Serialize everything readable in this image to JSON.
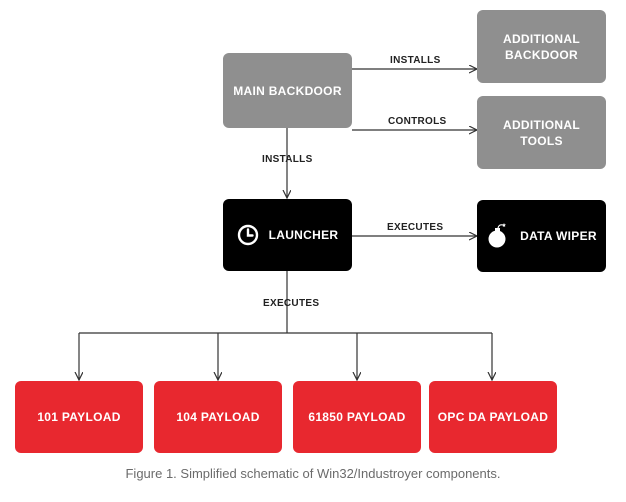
{
  "nodes": {
    "main_backdoor": "MAIN BACKDOOR",
    "additional_backdoor": "ADDITIONAL\nBACKDOOR",
    "additional_tools": "ADDITIONAL\nTOOLS",
    "launcher": "LAUNCHER",
    "data_wiper": "DATA WIPER",
    "payload_101": "101 PAYLOAD",
    "payload_104": "104 PAYLOAD",
    "payload_61850": "61850 PAYLOAD",
    "payload_opc": "OPC DA PAYLOAD"
  },
  "edges": {
    "installs_backdoor": "INSTALLS",
    "controls_tools": "CONTROLS",
    "installs_launcher": "INSTALLS",
    "executes_wiper": "EXECUTES",
    "executes_payloads": "EXECUTES"
  },
  "icons": {
    "launcher": "clock-icon",
    "data_wiper": "bomb-icon"
  },
  "colors": {
    "gray_node": "#8f8f8f",
    "black_node": "#000000",
    "red_node": "#e8282f"
  },
  "caption": "Figure 1. Simplified schematic of Win32/Industroyer components."
}
